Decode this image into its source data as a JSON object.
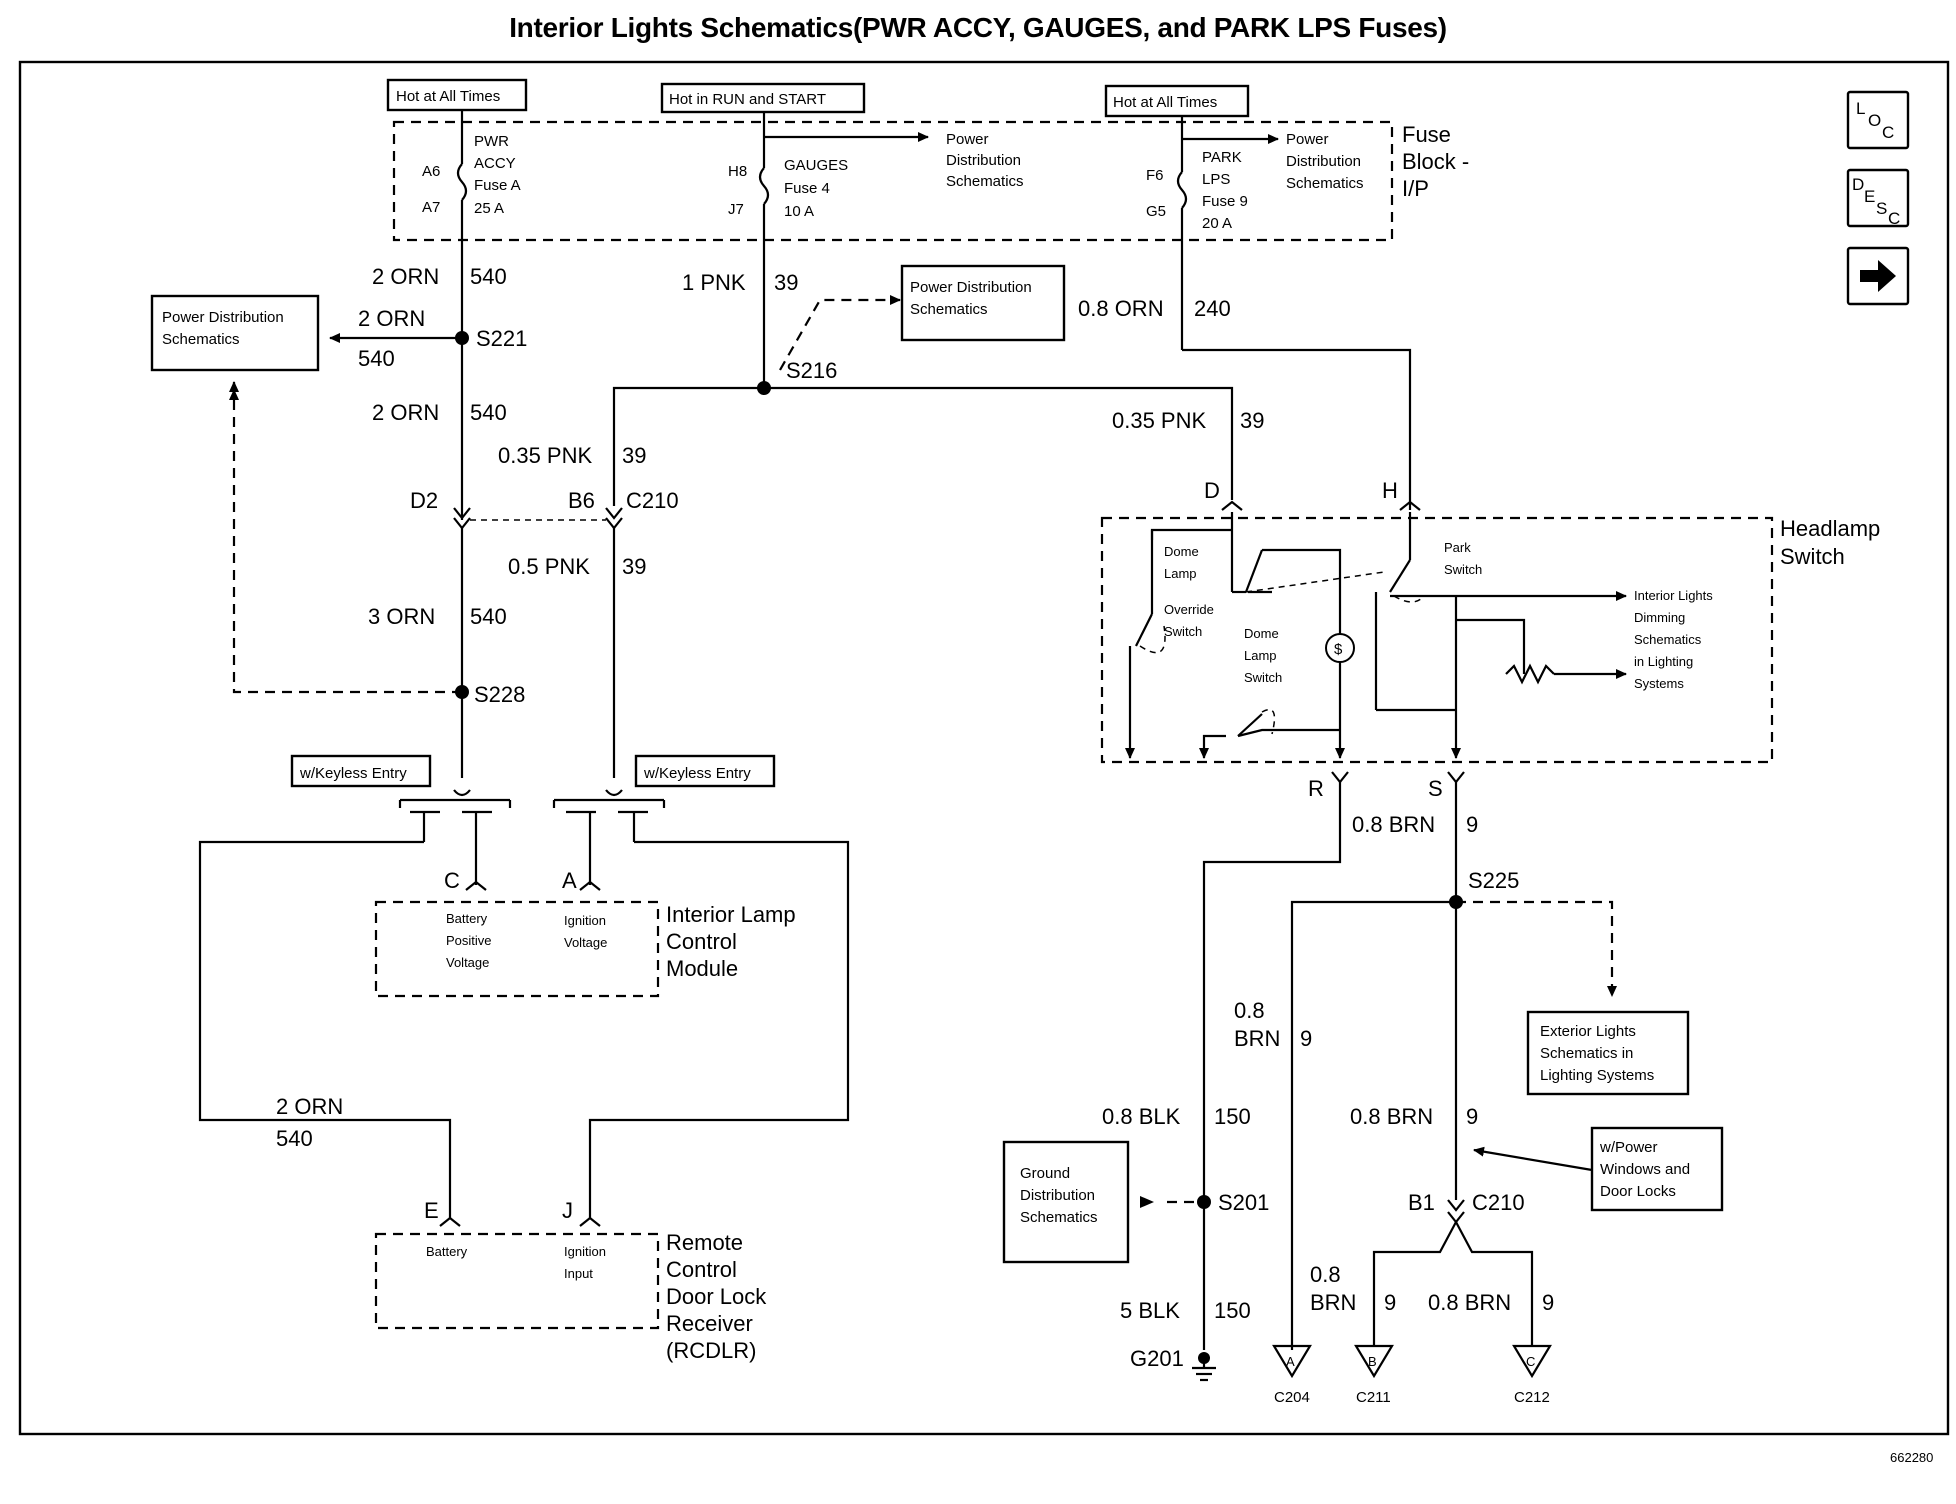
{
  "title": "Interior Lights Schematics(PWR ACCY, GAUGES, and PARK LPS Fuses)",
  "figure_number": "662280",
  "nav": {
    "loc": [
      "L",
      "O",
      "C"
    ],
    "desc": [
      "D",
      "E",
      "S",
      "C"
    ],
    "next_icon": "right-arrow-icon"
  },
  "power_labels": {
    "left": "Hot at All Times",
    "middle": "Hot in RUN and START",
    "right": "Hot at All Times"
  },
  "fuse_block": {
    "label": [
      "Fuse",
      "Block -",
      "I/P"
    ],
    "fuses": [
      {
        "name": [
          "PWR",
          "ACCY",
          "Fuse A",
          "25 A"
        ],
        "in_pin": "A6",
        "out_pin": "A7"
      },
      {
        "name": [
          "GAUGES",
          "Fuse 4",
          "10 A"
        ],
        "in_pin": "H8",
        "out_pin": "J7"
      },
      {
        "name": [
          "PARK",
          "LPS",
          "Fuse 9",
          "20 A"
        ],
        "in_pin": "F6",
        "out_pin": "G5"
      }
    ],
    "pd_refs": [
      [
        "Power",
        "Distribution",
        "Schematics"
      ],
      [
        "Power",
        "Distribution",
        "Schematics"
      ]
    ]
  },
  "ref_boxes": {
    "pd_left": [
      "Power Distribution",
      "Schematics"
    ],
    "pd_middle": [
      "Power Distribution",
      "Schematics"
    ],
    "ground": [
      "Ground",
      "Distribution",
      "Schematics"
    ],
    "exterior": [
      "Exterior Lights",
      "Schematics in",
      "Lighting Systems"
    ],
    "power_windows": [
      "w/Power",
      "Windows and",
      "Door Locks"
    ],
    "keyless_left": "w/Keyless Entry",
    "keyless_right": "w/Keyless Entry"
  },
  "wires": {
    "orn540_top": {
      "gauge": "2 ORN",
      "circuit": "540"
    },
    "orn540_branch": {
      "gauge": "2 ORN",
      "circuit": "540"
    },
    "orn540_mid": {
      "gauge": "2 ORN",
      "circuit": "540"
    },
    "orn540_low": {
      "gauge": "3 ORN",
      "circuit": "540"
    },
    "orn540_bottom": {
      "gauge": "2 ORN",
      "circuit": "540"
    },
    "pnk39_top": {
      "gauge": "1 PNK",
      "circuit": "39"
    },
    "pnk39_left": {
      "gauge": "0.35 PNK",
      "circuit": "39"
    },
    "pnk39_low": {
      "gauge": "0.5 PNK",
      "circuit": "39"
    },
    "pnk39_right": {
      "gauge": "0.35 PNK",
      "circuit": "39"
    },
    "orn240": {
      "gauge": "0.8 ORN",
      "circuit": "240"
    },
    "brn9_s": {
      "gauge": "0.8 BRN",
      "circuit": "9"
    },
    "brn9_left": {
      "gauge": [
        "0.8",
        "BRN"
      ],
      "circuit": "9"
    },
    "brn9_mid": {
      "gauge": "0.8 BRN",
      "circuit": "9"
    },
    "brn9_b": {
      "gauge": [
        "0.8",
        "BRN"
      ],
      "circuit": "9"
    },
    "brn9_c": {
      "gauge": "0.8 BRN",
      "circuit": "9"
    },
    "blk150_top": {
      "gauge": "0.8 BLK",
      "circuit": "150"
    },
    "blk150_bot": {
      "gauge": "5 BLK",
      "circuit": "150"
    }
  },
  "splices": [
    "S221",
    "S216",
    "S228",
    "S225",
    "S201"
  ],
  "ground_point": "G201",
  "connectors": {
    "d2": "D2",
    "b6": "B6",
    "c210_top": "C210",
    "d": "D",
    "h": "H",
    "r": "R",
    "s": "S",
    "c": "C",
    "a": "A",
    "e": "E",
    "j": "J",
    "b1": "B1",
    "c210_bot": "C210"
  },
  "headlamp_switch": {
    "label": [
      "Headlamp",
      "Switch"
    ],
    "dome_override": [
      "Dome",
      "Lamp",
      "Override",
      "Switch"
    ],
    "dome_switch": [
      "Dome",
      "Lamp",
      "Switch"
    ],
    "park_switch": [
      "Park",
      "Switch"
    ],
    "dimming_ref": [
      "Interior Lights",
      "Dimming",
      "Schematics",
      "in Lighting",
      "Systems"
    ]
  },
  "ilcm": {
    "label": [
      "Interior Lamp",
      "Control",
      "Module"
    ],
    "pin_c": [
      "Battery",
      "Positive",
      "Voltage"
    ],
    "pin_a": [
      "Ignition",
      "Voltage"
    ]
  },
  "rcdlr": {
    "label": [
      "Remote",
      "Control",
      "Door Lock",
      "Receiver",
      "(RCDLR)"
    ],
    "pin_e": "Battery",
    "pin_j": [
      "Ignition",
      "Input"
    ]
  },
  "ground_connectors": [
    {
      "letter": "A",
      "name": "C204"
    },
    {
      "letter": "B",
      "name": "C211"
    },
    {
      "letter": "C",
      "name": "C212"
    }
  ]
}
